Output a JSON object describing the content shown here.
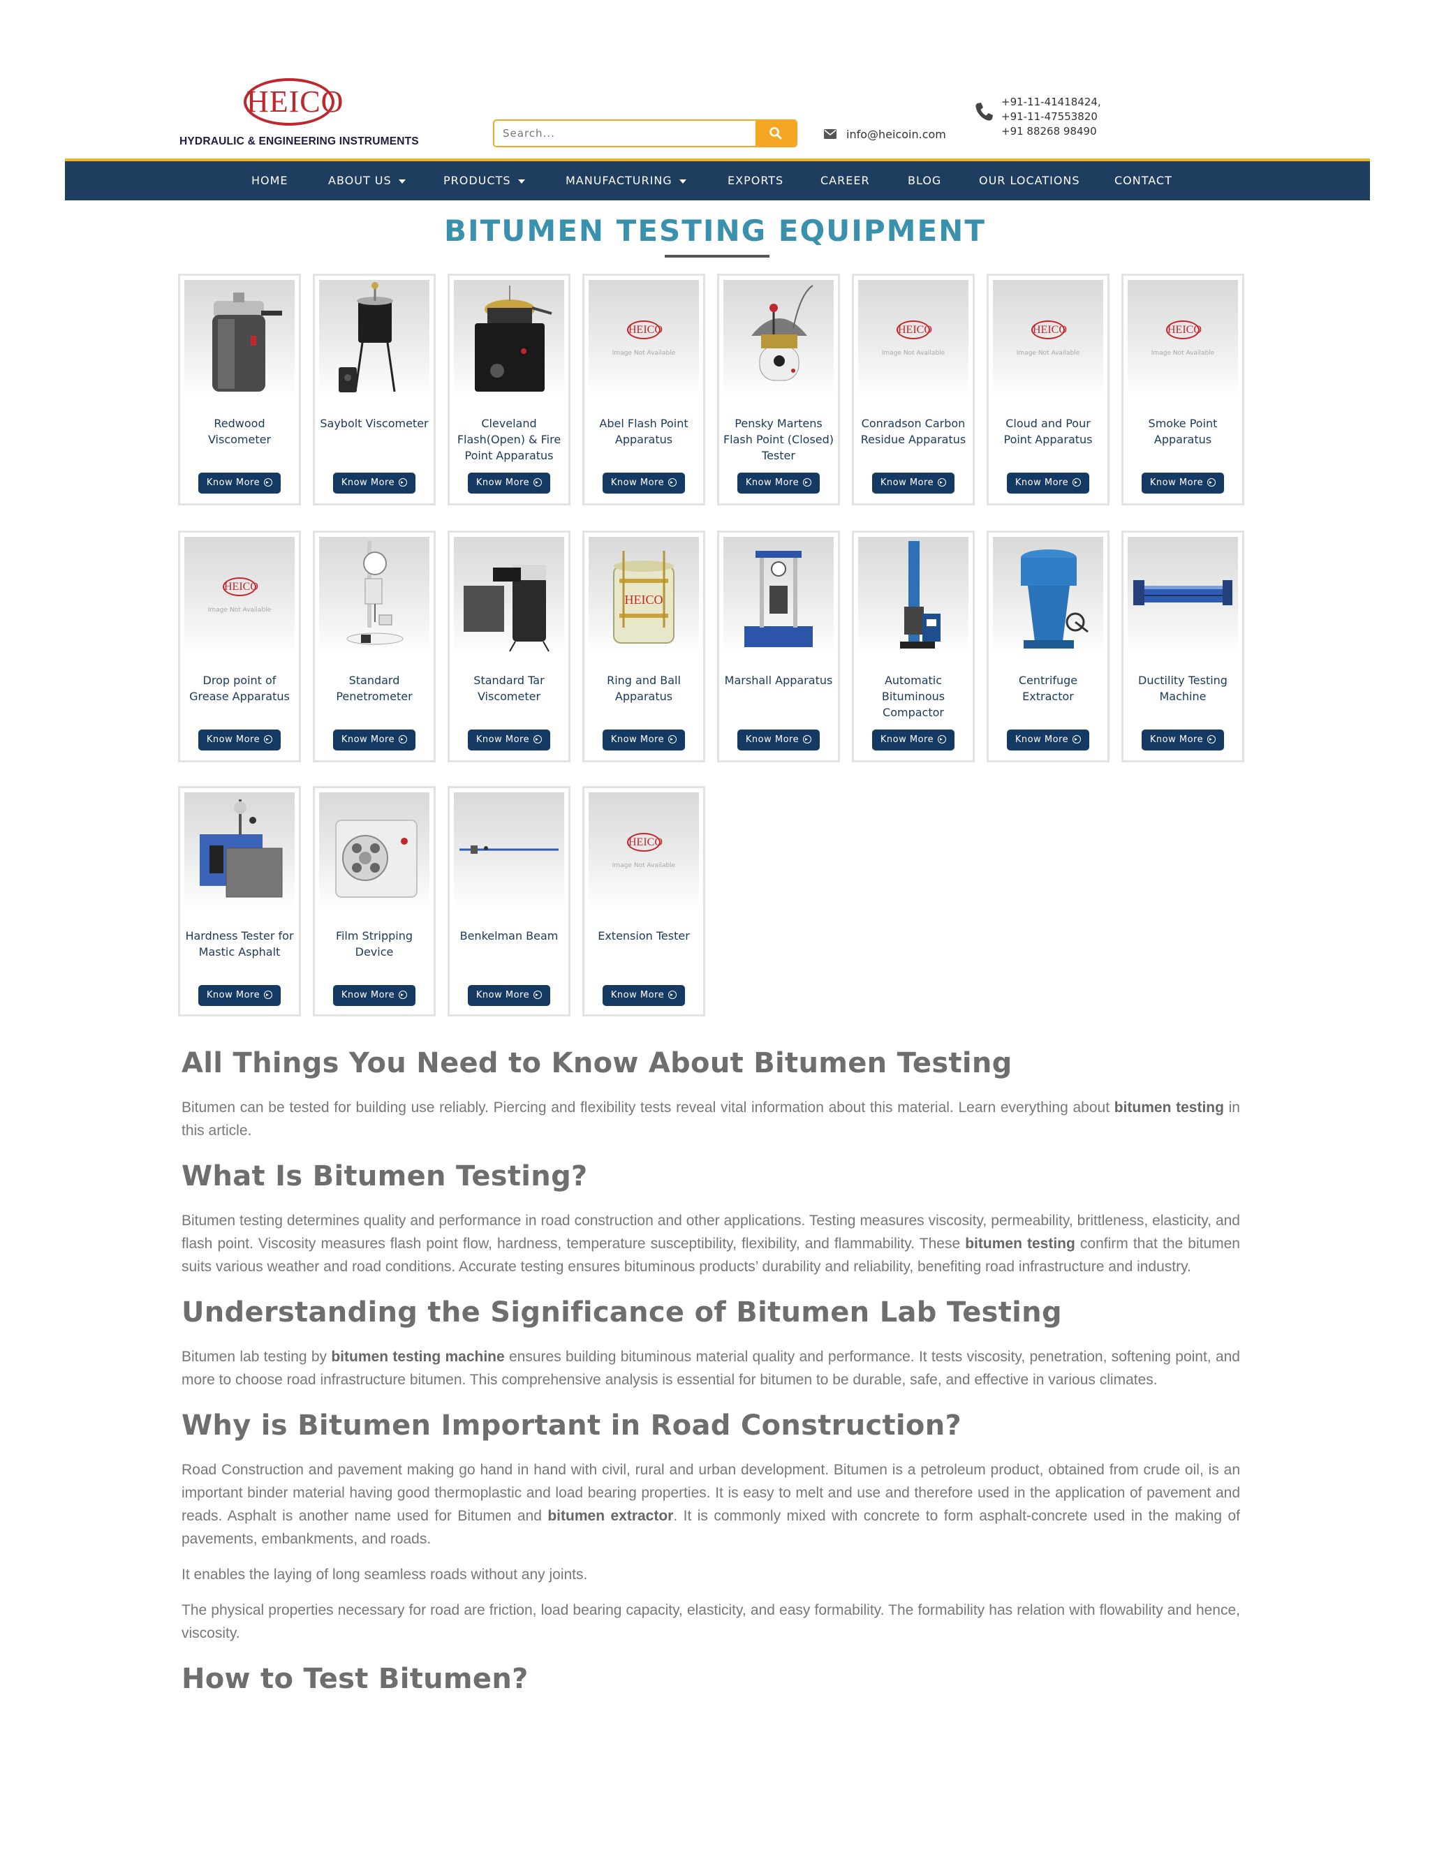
{
  "header": {
    "logo_text": "HEICO",
    "tagline": "HYDRAULIC & ENGINEERING INSTRUMENTS",
    "search_placeholder": "Search...",
    "email": "info@heicoin.com",
    "phones": [
      "+91-11-41418424,",
      "+91-11-47553820",
      "+91 88268 98490"
    ]
  },
  "nav": {
    "items": [
      {
        "label": "HOME",
        "dropdown": false
      },
      {
        "label": "ABOUT US",
        "dropdown": true
      },
      {
        "label": "PRODUCTS",
        "dropdown": true
      },
      {
        "label": "MANUFACTURING",
        "dropdown": true
      },
      {
        "label": "EXPORTS",
        "dropdown": false
      },
      {
        "label": "CAREER",
        "dropdown": false
      },
      {
        "label": "BLOG",
        "dropdown": false
      },
      {
        "label": "OUR LOCATIONS",
        "dropdown": false
      },
      {
        "label": "CONTACT",
        "dropdown": false
      }
    ]
  },
  "page_title": "BITUMEN TESTING EQUIPMENT",
  "know_more_label": "Know More",
  "image_not_available": "Image Not Available",
  "products": [
    {
      "name": "Redwood Viscometer",
      "image": "redwood-viscometer"
    },
    {
      "name": "Saybolt Viscometer",
      "image": "saybolt-viscometer"
    },
    {
      "name": "Cleveland Flash(Open) & Fire Point Apparatus",
      "image": "cleveland-apparatus"
    },
    {
      "name": "Abel Flash Point Apparatus",
      "image": "not-available"
    },
    {
      "name": "Pensky Martens Flash Point (Closed) Tester",
      "image": "pensky-martens"
    },
    {
      "name": "Conradson Carbon Residue Apparatus",
      "image": "not-available"
    },
    {
      "name": "Cloud and Pour Point Apparatus",
      "image": "not-available"
    },
    {
      "name": "Smoke Point Apparatus",
      "image": "not-available"
    },
    {
      "name": "Drop point of Grease Apparatus",
      "image": "not-available"
    },
    {
      "name": "Standard Penetrometer",
      "image": "penetrometer"
    },
    {
      "name": "Standard Tar Viscometer",
      "image": "tar-viscometer"
    },
    {
      "name": "Ring and Ball Apparatus",
      "image": "ring-and-ball"
    },
    {
      "name": "Marshall Apparatus",
      "image": "marshall"
    },
    {
      "name": "Automatic Bituminous Compactor",
      "image": "compactor"
    },
    {
      "name": "Centrifuge Extractor",
      "image": "centrifuge"
    },
    {
      "name": "Ductility Testing Machine",
      "image": "ductility"
    },
    {
      "name": "Hardness Tester for Mastic Asphalt",
      "image": "hardness-tester"
    },
    {
      "name": "Film Stripping Device",
      "image": "film-stripping"
    },
    {
      "name": "Benkelman Beam",
      "image": "benkelman-beam"
    },
    {
      "name": "Extension Tester",
      "image": "not-available"
    }
  ],
  "article": {
    "h1": "All Things You Need to Know About Bitumen Testing",
    "p1_a": "Bitumen can be tested for building use reliably. Piercing and flexibility tests reveal vital information about this material. Learn everything about ",
    "p1_b": "bitumen testing",
    "p1_c": " in this article.",
    "h2": "What Is Bitumen Testing?",
    "p2_a": "Bitumen testing determines quality and performance in road construction and other applications. Testing measures viscosity, permeability, brittleness, elasticity, and flash point. Viscosity measures flash point flow, hardness, temperature susceptibility, flexibility, and flammability. These ",
    "p2_b": "bitumen testing",
    "p2_c": " confirm that the bitumen suits various weather and road conditions. Accurate testing ensures bituminous products’ durability and reliability, benefiting road infrastructure and industry.",
    "h3": "Understanding the Significance of Bitumen Lab Testing",
    "p3_a": "Bitumen lab testing by ",
    "p3_b": "bitumen testing machine",
    "p3_c": " ensures building bituminous material quality and performance. It tests viscosity, penetration, softening point, and more to choose road infrastructure bitumen. This comprehensive analysis is essential for bitumen to be durable, safe, and effective in various climates.",
    "h4": "Why is Bitumen Important in Road Construction?",
    "p4_a": "Road Construction and pavement making go hand in hand with civil, rural and urban development. Bitumen is a petroleum product, obtained from crude oil, is an important binder material having good thermoplastic and load bearing properties. It is easy to melt and use and therefore used in the application of pavement and reads. Asphalt is another name used for Bitumen and ",
    "p4_b": "bitumen extractor",
    "p4_c": ". It is commonly mixed with concrete to form asphalt-concrete used in the making of pavements, embankments, and roads.",
    "p5": "It enables the laying of long seamless roads without any joints.",
    "p6": "The physical properties necessary for road are friction, load bearing capacity, elasticity, and easy formability. The formability has relation with flowability and hence, viscosity.",
    "h5": "How to Test Bitumen?"
  },
  "colors": {
    "nav_bg": "#1f3d5f",
    "accent_gold": "#f0b41e",
    "search_orange": "#f5a623",
    "title_teal": "#3a91ad",
    "button_navy": "#143a64",
    "logo_red": "#c0272d"
  }
}
